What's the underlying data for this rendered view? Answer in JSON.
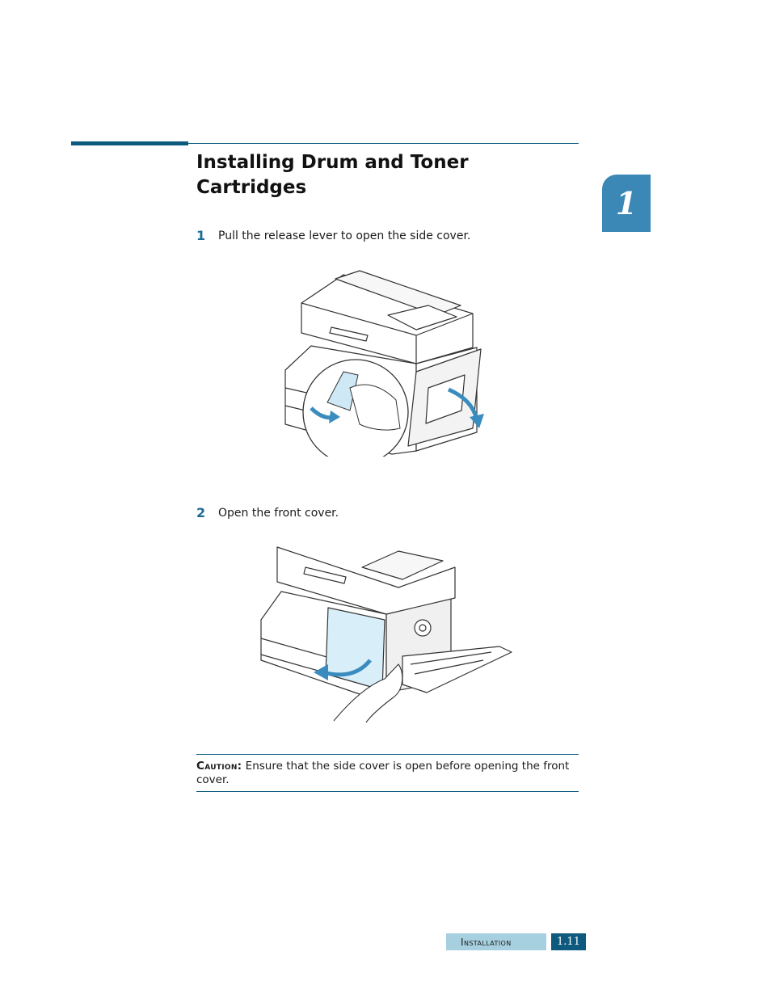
{
  "heading": {
    "title": "Installing Drum and Toner Cartridges"
  },
  "chapter_tab": {
    "number": "1"
  },
  "steps": [
    {
      "number": "1",
      "text": "Pull the release lever to open the side cover."
    },
    {
      "number": "2",
      "text": "Open the front cover."
    }
  ],
  "caution": {
    "label": "Caution:",
    "text": "Ensure that the side cover is open before opening the front cover."
  },
  "footer": {
    "section": "Installation",
    "page": "1.11"
  },
  "colors": {
    "accent": "#0e5a7e",
    "tab": "#3b87b5",
    "footer_light": "#a6cfe0",
    "arrow": "#3a8cbf",
    "cover_tint": "#d8eef8"
  }
}
